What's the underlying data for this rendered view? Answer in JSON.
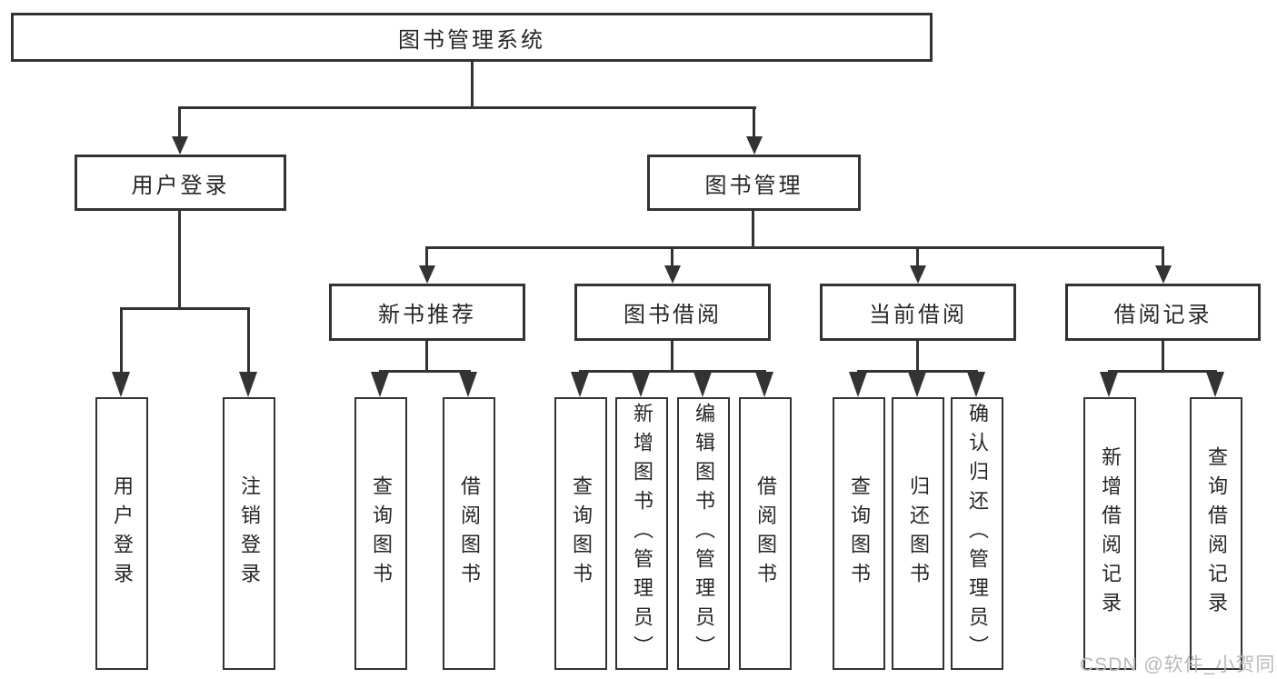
{
  "diagram_title": "图书管理系统",
  "tree": {
    "label": "图书管理系统",
    "children": [
      {
        "label": "用户登录",
        "children": [
          {
            "label": "用户登录"
          },
          {
            "label": "注销登录"
          }
        ]
      },
      {
        "label": "图书管理",
        "children": [
          {
            "label": "新书推荐",
            "children": [
              {
                "label": "查询图书"
              },
              {
                "label": "借阅图书"
              }
            ]
          },
          {
            "label": "图书借阅",
            "children": [
              {
                "label": "查询图书"
              },
              {
                "label": "新增图书（管理员）"
              },
              {
                "label": "编辑图书（管理员）"
              },
              {
                "label": "借阅图书"
              }
            ]
          },
          {
            "label": "当前借阅",
            "children": [
              {
                "label": "查询图书"
              },
              {
                "label": "归还图书"
              },
              {
                "label": "确认归还（管理员）"
              }
            ]
          },
          {
            "label": "借阅记录",
            "children": [
              {
                "label": "新增借阅记录"
              },
              {
                "label": "查询借阅记录"
              }
            ]
          }
        ]
      }
    ]
  },
  "watermark": {
    "text": "CSDN @软件_小贺同学"
  },
  "colors": {
    "line": "#333333",
    "text": "#262626",
    "background": "#ffffff",
    "watermark": "#b9b9b9"
  }
}
